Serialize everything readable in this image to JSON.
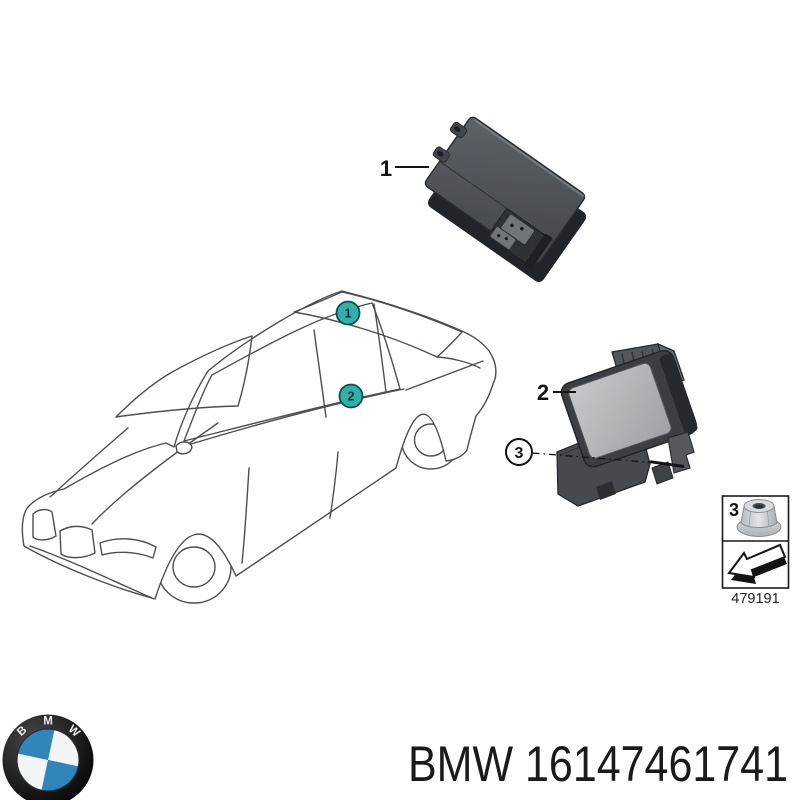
{
  "callouts": {
    "part1": "1",
    "part2": "2",
    "part3": "3"
  },
  "hardware_box": {
    "callout": "3",
    "diagram_ref": "479191"
  },
  "footer": {
    "part_text": "BMW 16147461741",
    "logo_letters": {
      "b": "B",
      "m": "M",
      "w": "W"
    }
  },
  "colors": {
    "callout_fill": "#2bb3a9",
    "callout_ring": "#0e4f4b",
    "callout_number": "#0d2b3e",
    "logo_blue": "#2e86bd",
    "footer_text": "#1a1a1a"
  }
}
